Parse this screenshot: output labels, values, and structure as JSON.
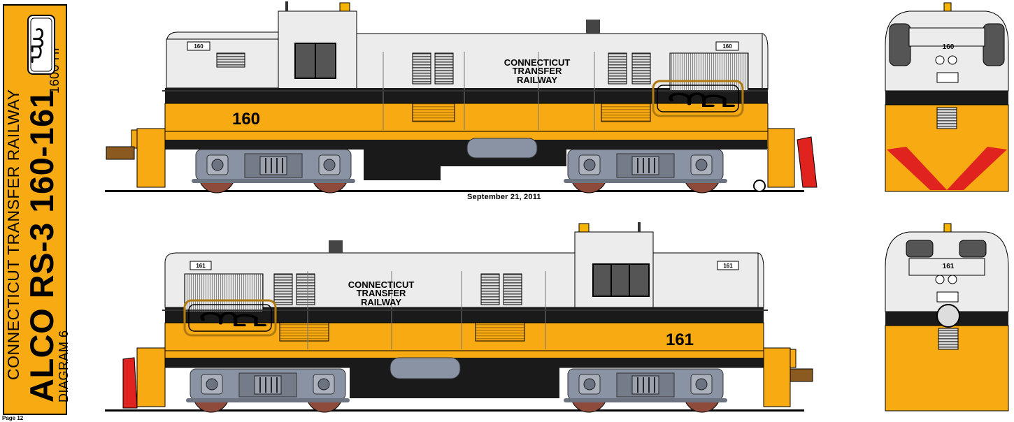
{
  "sidebar": {
    "railway_name": "CONNECTICUT TRANSFER RAILWAY",
    "model": "ALCO RS-3  160-161",
    "diagram": "DIAGRAM 6",
    "power": "1600 HP",
    "logo_text": "ctr"
  },
  "date": "September 21, 2011",
  "page": "Page 12",
  "locos": {
    "top": {
      "number": "160",
      "cab_number": "160",
      "lettering": [
        "CONNECTICUT",
        "TRANSFER",
        "RAILWAY"
      ],
      "logo_text": "ctr"
    },
    "bottom": {
      "number": "161",
      "cab_number": "161",
      "lettering": [
        "CONNECTICUT",
        "TRANSFER",
        "RAILWAY"
      ],
      "logo_text": "ctr"
    }
  },
  "colors": {
    "yellow": "#f8aa12",
    "white": "#ececec",
    "black": "#1a1a1a",
    "truck": "#8a93a3",
    "wheel": "#8e4a3a",
    "red": "#e0231e"
  }
}
